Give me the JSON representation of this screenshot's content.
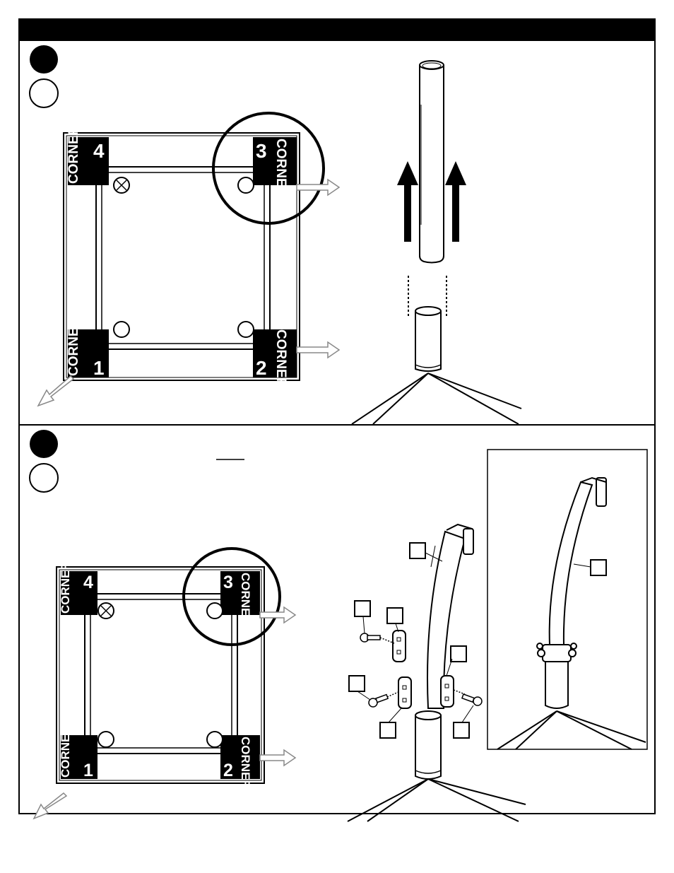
{
  "colors": {
    "ink": "#000000",
    "paper": "#ffffff",
    "arrow_outline": "#888888"
  },
  "step1": {
    "plate": {
      "corner_word": "CORNER",
      "corners": [
        {
          "number": "1",
          "label": "CORNER"
        },
        {
          "number": "2",
          "label": "CORNER"
        },
        {
          "number": "3",
          "label": "CORNER"
        },
        {
          "number": "4",
          "label": "CORNER"
        }
      ]
    }
  },
  "step2": {
    "plate": {
      "corner_word": "CORNER",
      "corners": [
        {
          "number": "1",
          "label": "CORNER"
        },
        {
          "number": "2",
          "label": "CORNER"
        },
        {
          "number": "3",
          "label": "CORNER"
        },
        {
          "number": "4",
          "label": "CORNER"
        }
      ]
    },
    "callout_boxes": [
      "",
      "",
      "",
      "",
      "",
      "",
      "",
      ""
    ]
  },
  "icons": [
    "step-bullet-filled-icon",
    "step-bullet-open-icon",
    "bolt-icon",
    "bracket-icon",
    "lift-arrow-icon",
    "outline-arrow-icon"
  ]
}
